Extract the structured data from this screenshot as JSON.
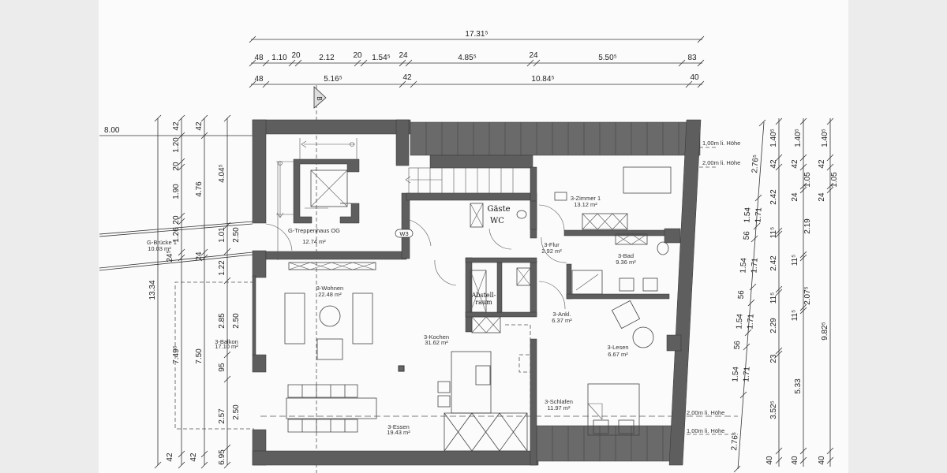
{
  "section_marker": "B",
  "dimensions": {
    "top_total": "17.31⁵",
    "top_row1": [
      "48",
      "1.10",
      "20",
      "2.12",
      "20",
      "1.54⁵",
      "24",
      "4.85⁵",
      "24",
      "5.50⁵",
      "83"
    ],
    "top_row2": [
      "48",
      "5.16⁵",
      "42",
      "10.84⁵",
      "40"
    ],
    "left_ref": "8.00",
    "left_total": "13.34",
    "left_col1": [
      "42",
      "1.20",
      "20",
      "1.90",
      "20",
      "1.26",
      "24⁵",
      "7.49⁵",
      "42"
    ],
    "left_col2": [
      "42",
      "4.76",
      "24",
      "7.50",
      "42"
    ],
    "left_col3": [
      "4.04⁵",
      "1.01",
      "1.22",
      "2.85",
      "95",
      "2.57",
      "6.95"
    ],
    "left_col4": [
      "2.50",
      "2.50",
      "2.50"
    ],
    "right_slant": [
      "2.76⁵",
      "1.54",
      "1.71",
      "56",
      "1.54",
      "1.71",
      "56",
      "1.54",
      "1.71",
      "56",
      "1.54",
      "1.71",
      "2.76⁵"
    ],
    "right_col1": [
      "1.40⁵",
      "42",
      "2.42",
      "11⁵",
      "2.42",
      "11⁵",
      "2.29",
      "23",
      "3.52⁵",
      "40"
    ],
    "right_col2": [
      "1.40⁵",
      "42",
      "1.05",
      "24",
      "2.19",
      "11⁵",
      "2.07⁵",
      "11⁵",
      "5.33",
      "40"
    ],
    "right_col3": [
      "1.40⁵",
      "42",
      "1.05",
      "24",
      "9.82⁵",
      "40"
    ]
  },
  "height_notes": [
    "1,00m li. Höhe",
    "2,00m li. Höhe",
    "2,00m li. Höhe",
    "1,00m li. Höhe"
  ],
  "rooms": [
    {
      "name": "G-Treppenhaus OG",
      "area": "12.74 m²"
    },
    {
      "name": "3-Zimmer 1",
      "area": "13.12 m²"
    },
    {
      "name": "3-Flur",
      "area": "2.92 m²"
    },
    {
      "name": "3-Bad",
      "area": "9.36 m²"
    },
    {
      "name": "3-Wohnen",
      "area": "22.48 m²"
    },
    {
      "name": "3-Kochen",
      "area": "31.62 m²"
    },
    {
      "name": "3-Ankl.",
      "area": "6.37 m²"
    },
    {
      "name": "3-Lesen",
      "area": "6.67 m²"
    },
    {
      "name": "3-Schlafen",
      "area": "11.97 m²"
    },
    {
      "name": "3-Essen",
      "area": "19.43 m²"
    },
    {
      "name": "3-Balkon",
      "area": "17.10 m²"
    },
    {
      "name": "G-Brücke 1",
      "area": "10.03 m²"
    }
  ],
  "handwritten": {
    "wc_line1": "Gäste",
    "wc_line2": "WC",
    "storage_line1": "Abstell-",
    "storage_line2": "raum"
  },
  "door_tag": "W3",
  "colors": {
    "wall": "#5e5e5e",
    "paper": "#fbfbfb",
    "line": "#333333"
  }
}
